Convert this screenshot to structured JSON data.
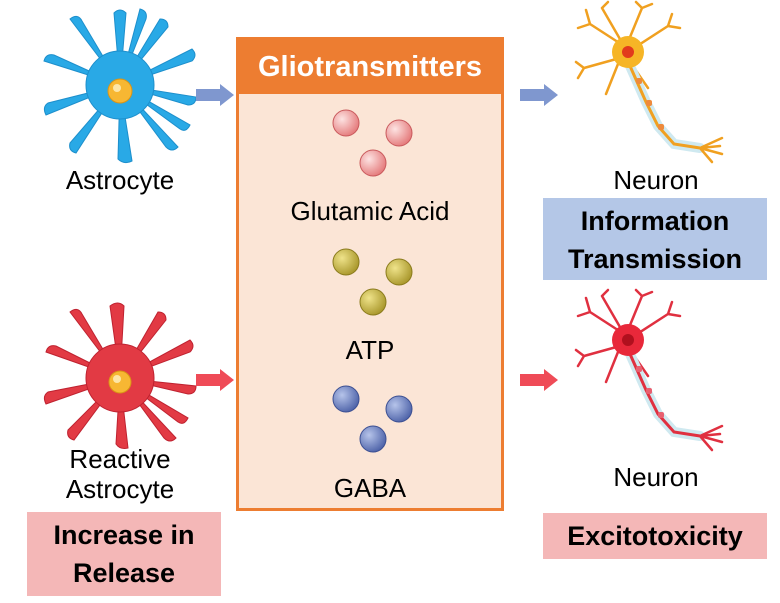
{
  "panel": {
    "title": "Gliotransmitters",
    "items": [
      {
        "label": "Glutamic Acid",
        "color": "#f4a9a8"
      },
      {
        "label": "ATP",
        "color": "#c9b83d"
      },
      {
        "label": "GABA",
        "color": "#6f84c6"
      }
    ]
  },
  "left": {
    "top": {
      "label": "Astrocyte",
      "color": "#29a9e6"
    },
    "bottom": {
      "line1": "Reactive",
      "line2": "Astrocyte",
      "color": "#e23a44",
      "badge_line1": "Increase in",
      "badge_line2": "Release"
    }
  },
  "right": {
    "top": {
      "label": "Neuron",
      "badge_line1": "Information",
      "badge_line2": "Transmission",
      "badge_color": "#b4c7e7"
    },
    "bottom": {
      "label": "Neuron",
      "badge": "Excitotoxicity",
      "badge_color": "#f4b7b7"
    }
  },
  "arrows": {
    "normal": "#7f97cf",
    "reactive": "#ef4b57"
  }
}
